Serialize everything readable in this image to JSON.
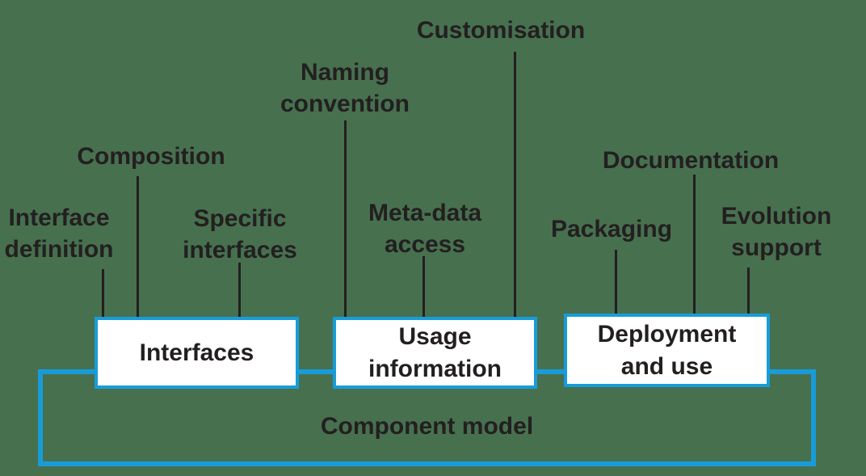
{
  "colors": {
    "background": "#47704F",
    "accent": "#189CD9",
    "box_fill": "#FFFFFF",
    "text": "#231F20"
  },
  "container": {
    "label": "Component model"
  },
  "boxes": [
    {
      "label": "Interfaces"
    },
    {
      "label": "Usage\ninformation"
    },
    {
      "label": "Deployment\nand use"
    }
  ],
  "annotations": [
    {
      "label": "Interface\ndefinition",
      "target": "interfaces"
    },
    {
      "label": "Composition",
      "target": "interfaces"
    },
    {
      "label": "Specific\ninterfaces",
      "target": "interfaces"
    },
    {
      "label": "Naming\nconvention",
      "target": "usage-information"
    },
    {
      "label": "Meta-data\naccess",
      "target": "usage-information"
    },
    {
      "label": "Customisation",
      "target": "usage-information"
    },
    {
      "label": "Packaging",
      "target": "deployment-and-use"
    },
    {
      "label": "Documentation",
      "target": "deployment-and-use"
    },
    {
      "label": "Evolution\nsupport",
      "target": "deployment-and-use"
    }
  ]
}
